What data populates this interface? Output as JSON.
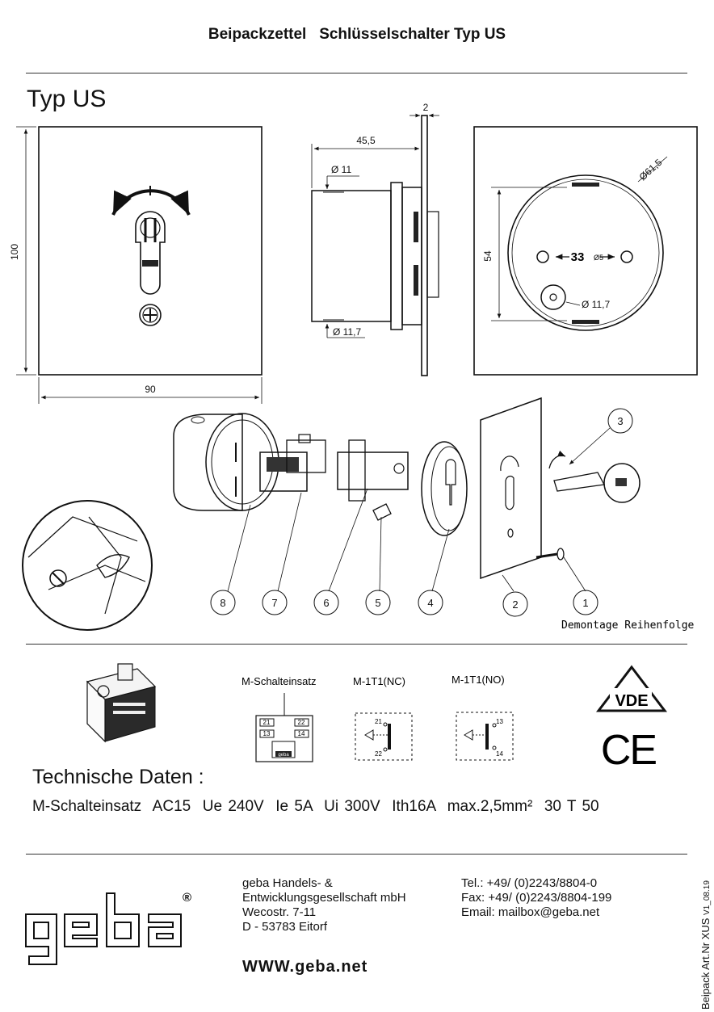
{
  "header": {
    "title_left": "Beipackzettel",
    "title_right": "Schlüsselschalter Typ US"
  },
  "section_title": "Typ US",
  "dimensions": {
    "height_100": "100",
    "width_90": "90",
    "depth_45_5": "45,5",
    "plate_2": "2",
    "dia_11": "Ø 11",
    "dia_11_7_side": "Ø 11,7",
    "dia_61_5": "Ø61,5",
    "height_54": "54",
    "hole_spacing_33": "33",
    "hole_dia_5": "Ø5",
    "dia_11_7_rear": "Ø 11,7"
  },
  "callouts": [
    "1",
    "2",
    "3",
    "4",
    "5",
    "6",
    "7",
    "8"
  ],
  "disassembly_note": "Demontage Reihenfolge",
  "inserts": {
    "m_schalteinsatz": "M-Schalteinsatz",
    "nc": "M-1T1(NC)",
    "no": "M-1T1(NO)",
    "terminals": {
      "t21": "21",
      "t22": "22",
      "t13": "13",
      "t14": "14"
    },
    "brand_small": "geba"
  },
  "certifications": {
    "vde": "VDE",
    "ce": "CE"
  },
  "technical": {
    "title": "Technische Daten :",
    "line": "M-Schalteinsatz  AC15  Ue 240V  Ie 5A  Ui 300V  Ith16A  max.2,5mm²  30 T 50"
  },
  "company": {
    "logo": "geba",
    "logo_mark": "®",
    "name_line1": "geba Handels- &",
    "name_line2": "Entwicklungsgesellschaft mbH",
    "street": "Wecostr. 7-11",
    "city": "D - 53783 Eitorf",
    "tel": "Tel.: +49/ (0)2243/8804-0",
    "fax": "Fax: +49/ (0)2243/8804-199",
    "email": "Email: mailbox@geba.net",
    "website": "WWW.geba.net"
  },
  "side_label": {
    "text": "Beipack Art.Nr XUS",
    "version": "V1_08.19"
  }
}
